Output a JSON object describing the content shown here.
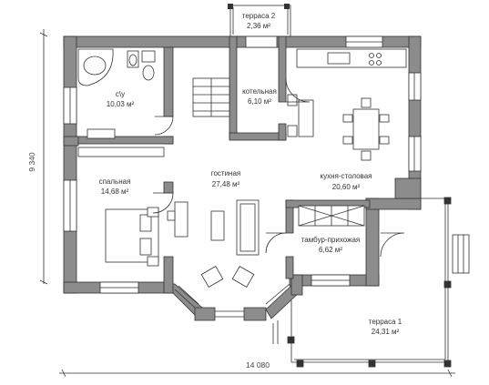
{
  "rooms": {
    "bathroom": {
      "name": "с\\у",
      "area": "10,03 м²"
    },
    "boiler": {
      "name": "котельная",
      "area": "6,10 м²"
    },
    "kitchen": {
      "name": "кухня-столовая",
      "area": "20,60 м²"
    },
    "bedroom": {
      "name": "спальная",
      "area": "14,68 м²"
    },
    "living": {
      "name": "гостиная",
      "area": "27,48 м²"
    },
    "vestibule": {
      "name": "тамбур-прихожая",
      "area": "6,62 м²"
    },
    "terrace1": {
      "name": "терраса 1",
      "area": "24,31 м²"
    },
    "terrace2": {
      "name": "терраса 2",
      "area": "2,36 м²"
    }
  },
  "dimensions": {
    "height": "9 340",
    "width": "14 080"
  },
  "colors": {
    "wall": "#8c8c8c",
    "line": "#333333",
    "background": "#ffffff"
  }
}
